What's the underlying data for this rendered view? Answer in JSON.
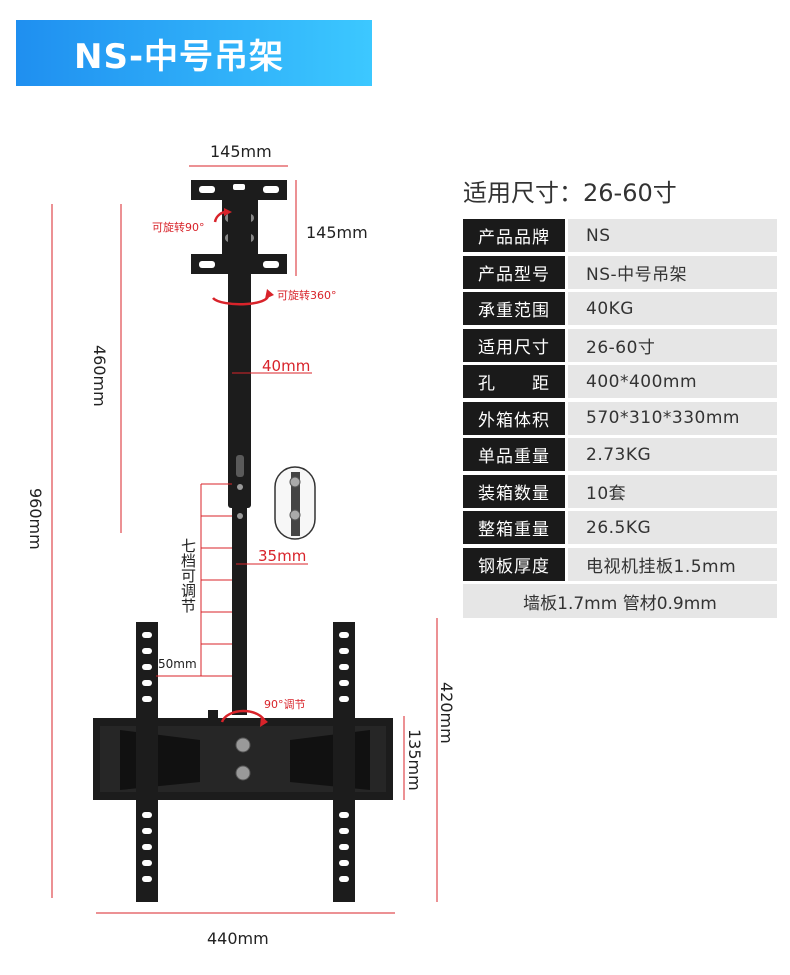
{
  "banner": {
    "title": "NS-中号吊架"
  },
  "size_title": "适用尺寸：26-60寸",
  "specs": [
    {
      "label": "产品品牌",
      "value": "NS"
    },
    {
      "label": "产品型号",
      "value": "NS-中号吊架"
    },
    {
      "label": "承重范围",
      "value": "40KG"
    },
    {
      "label": "适用尺寸",
      "value": "26-60寸"
    },
    {
      "label": "孔　　距",
      "value": "400*400mm"
    },
    {
      "label": "外箱体积",
      "value": "570*310*330mm"
    },
    {
      "label": "单品重量",
      "value": "2.73KG"
    },
    {
      "label": "装箱数量",
      "value": "10套"
    },
    {
      "label": "整箱重量",
      "value": "26.5KG"
    },
    {
      "label": "钢板厚度",
      "value": "电视机挂板1.5mm"
    }
  ],
  "spec_footer": "墙板1.7mm 管材0.9mm",
  "dimensions": {
    "top_width": "145mm",
    "top_height": "145mm",
    "rotate_90": "可旋转90°",
    "rotate_360": "可旋转360°",
    "height_460": "460mm",
    "height_960": "960mm",
    "tube_outer": "40mm",
    "tube_inner": "35mm",
    "seven_levels": "七档可调节",
    "step_50": "50mm",
    "tilt_90": "90°调节",
    "plate_height": "135mm",
    "arm_height": "420mm",
    "bottom_width": "440mm"
  },
  "colors": {
    "accent_red": "#d8232a",
    "metal": "#1c1c1c",
    "banner_start": "#1f8ff0",
    "banner_end": "#3cc8ff"
  }
}
